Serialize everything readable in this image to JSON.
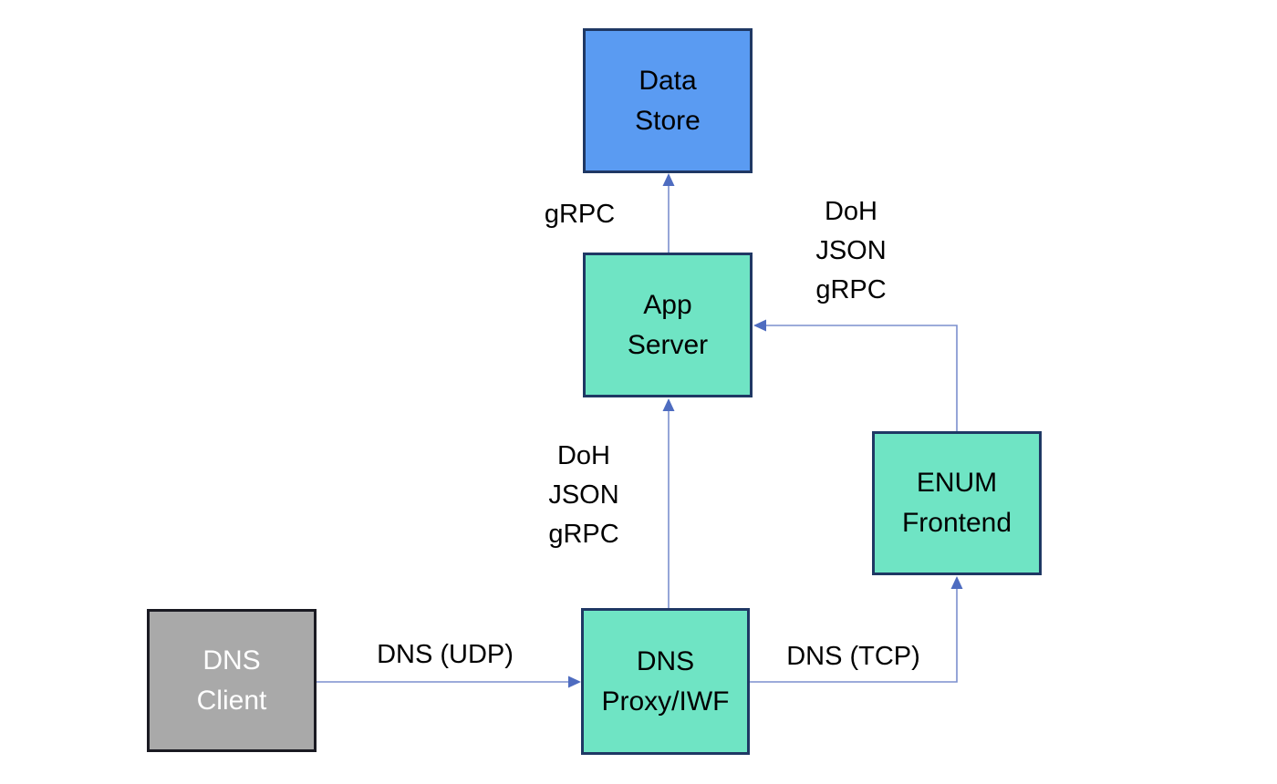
{
  "diagram": {
    "type": "architecture-flow-diagram",
    "background": "#ffffff",
    "colors": {
      "teal_fill": "#6fe4c4",
      "blue_fill": "#5a9bf2",
      "gray_fill": "#a9a9a9",
      "node_border": "#1f3864",
      "gray_node_border": "#1a1a22",
      "connector_line": "#7b8fce",
      "arrowhead": "#4e6cc0",
      "node_text_dark": "#000000",
      "node_text_light": "#ffffff"
    },
    "nodes": {
      "data_store": {
        "line1": "Data",
        "line2": "Store"
      },
      "app_server": {
        "line1": "App",
        "line2": "Server"
      },
      "enum_frontend": {
        "line1": "ENUM",
        "line2": "Frontend"
      },
      "dns_proxy": {
        "line1": "DNS",
        "line2": "Proxy/IWF"
      },
      "dns_client": {
        "line1": "DNS",
        "line2": "Client"
      }
    },
    "edge_labels": {
      "app_to_datastore": {
        "line1": "gRPC"
      },
      "proxy_to_app": {
        "line1": "DoH",
        "line2": "JSON",
        "line3": "gRPC"
      },
      "enum_to_app": {
        "line1": "DoH",
        "line2": "JSON",
        "line3": "gRPC"
      },
      "client_to_proxy": {
        "line1": "DNS (UDP)"
      },
      "proxy_to_enum": {
        "line1": "DNS (TCP)"
      }
    }
  }
}
